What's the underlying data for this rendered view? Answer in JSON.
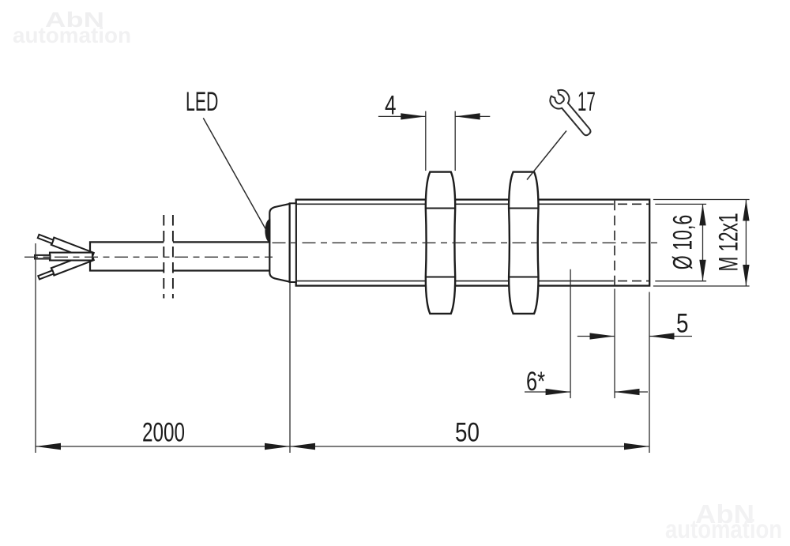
{
  "drawing": {
    "type": "technical-dimension-drawing",
    "subject": "inductive proximity sensor M12 with cable, side view with dimensions",
    "labels": {
      "led": "LED",
      "nut_width": "4",
      "wrench_size": "17",
      "core_diameter": "Ø 10,6",
      "thread": "M 12x1",
      "tip_length": "5",
      "sensing_note": "6*",
      "cable_length": "2000",
      "body_length": "50"
    },
    "colors": {
      "line": "#1d1d1d",
      "thin_line": "#2d2d2d",
      "background": "#ffffff",
      "watermark": "#f0f0f1"
    }
  },
  "watermark": {
    "brand": "AbN",
    "sub": "automation"
  }
}
